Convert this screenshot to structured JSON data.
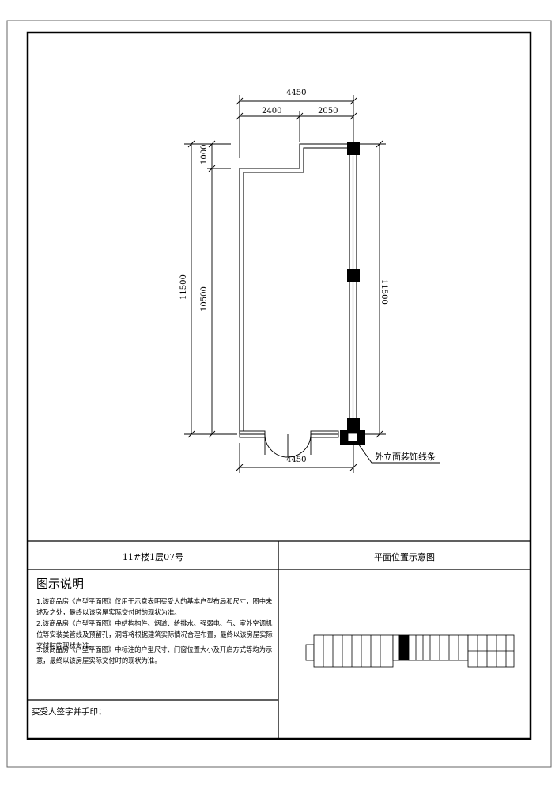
{
  "drawing": {
    "dimensions": {
      "top_total": "4450",
      "top_left": "2400",
      "top_right": "2050",
      "left_upper": "1000",
      "left_outer": "11500",
      "left_inner": "10500",
      "right_height": "11500",
      "bottom_width": "4450"
    },
    "callout": "外立面装饰线条"
  },
  "title_block": {
    "unit_name": "11#楼1层07号",
    "location_header": "平面位置示意图",
    "legend_title": "图示说明",
    "notes": [
      "1.该商品房《户型平面图》仅用于示意表明买受人的基本户型布局和尺寸，图中未述及之处，最终以该房屋实际交付时的现状为准。",
      "2.该商品房《户型平面图》中结构构件、烟道、给排水、强弱电、气、室外空调机位等安装类管线及预留孔，洞等将根据建筑实际情况合理布置，最终以该房屋实际交付时的现状为准。",
      "3.该商品房《户型平面图》中标注的户型尺寸、门窗位置大小及开启方式等均为示意，最终以该房屋实际交付时的现状为准。"
    ],
    "signature_label": "买受人签字并手印："
  }
}
